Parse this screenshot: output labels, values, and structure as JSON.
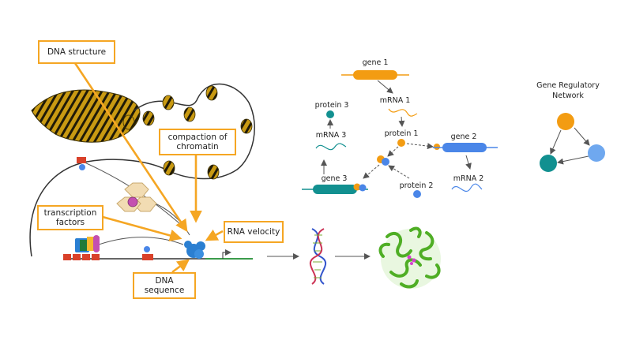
{
  "callouts": {
    "dna_structure": "DNA structure",
    "compaction": [
      "compaction of",
      "chromatin"
    ],
    "transcription_factors": [
      "transcription",
      "factors"
    ],
    "rna_velocity": "RNA velocity",
    "dna_sequence": [
      "DNA",
      "sequence"
    ]
  },
  "network": {
    "gene1": "gene 1",
    "mrna1": "mRNA 1",
    "protein1": "protein 1",
    "gene2": "gene 2",
    "mrna2": "mRNA 2",
    "protein2": "protein 2",
    "gene3": "gene 3",
    "mrna3": "mRNA 3",
    "protein3": "protein 3"
  },
  "grn": {
    "title_line1": "Gene Regulatory",
    "title_line2": "Network"
  },
  "colors": {
    "callout_border": "#f5a623",
    "orange": "#f39c12",
    "blue": "#4a86e8",
    "light_blue": "#6fa8ef",
    "teal": "#129090",
    "protein_green": "#5cb82e",
    "arrow_orange": "#f5a623"
  }
}
